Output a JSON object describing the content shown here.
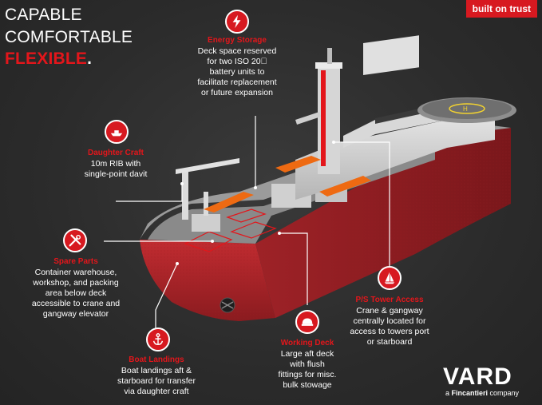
{
  "headline": {
    "line1": "CAPABLE",
    "line2": "COMFORTABLE",
    "line3": "FLEXIBLE",
    "dot": "."
  },
  "tagline": "built on trust",
  "brand": {
    "logo": "VARD",
    "sub_prefix": "a ",
    "sub_brand": "Fincantieri",
    "sub_suffix": " company"
  },
  "callouts": {
    "energy": {
      "icon": "lightning-icon",
      "title": "Energy Storage",
      "body": "Deck space reserved\nfor two ISO 20\u0000\nbattery units to\nfacilitate replacement\nor future expansion"
    },
    "daughter": {
      "icon": "boat-icon",
      "title": "Daughter Craft",
      "body": "10m RIB with\nsingle-point davit"
    },
    "spare": {
      "icon": "tools-icon",
      "title": "Spare Parts",
      "body": "Container warehouse,\nworkshop, and packing\narea below deck\naccessible to crane and\ngangway elevator"
    },
    "boat": {
      "icon": "anchor-icon",
      "title": "Boat Landings",
      "body": "Boat landings aft &\nstarboard for transfer\nvia daughter craft"
    },
    "working": {
      "icon": "hardhat-icon",
      "title": "Working Deck",
      "body": "Large aft deck\nwith flush\nfittings for misc.\nbulk stowage"
    },
    "tower": {
      "icon": "sailboat-icon",
      "title": "P/S Tower Access",
      "body": "Crane & gangway\ncentrally located for\naccess to towers port\nor starboard"
    }
  },
  "ship": {
    "hull_color": "#b3262b",
    "deck_color": "#8d8d8d",
    "superstructure_color": "#d9d9d9",
    "accent": "#e3161b"
  }
}
